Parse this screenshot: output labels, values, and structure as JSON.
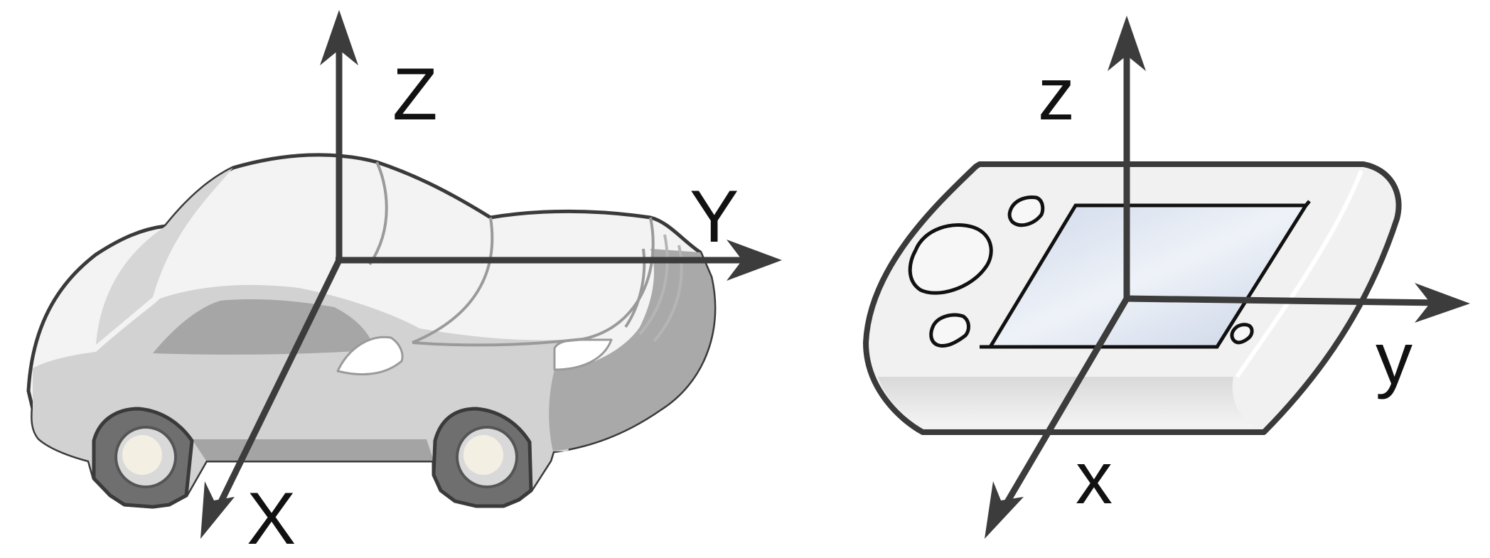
{
  "figure": {
    "left_panel": {
      "object": "car",
      "axes": {
        "z": "Z",
        "y": "Y",
        "x": "X"
      }
    },
    "right_panel": {
      "object": "handheld device",
      "axes": {
        "z": "z",
        "y": "y",
        "x": "x"
      }
    },
    "colors": {
      "axis": "#3c3c3c",
      "outline": "#3a3a3a",
      "body_light": "#f2f2f2",
      "body_mid": "#d0d0d0",
      "body_dark": "#a8a8a8",
      "tire": "#6e6e6e",
      "screen": "#dfe6f1"
    }
  }
}
